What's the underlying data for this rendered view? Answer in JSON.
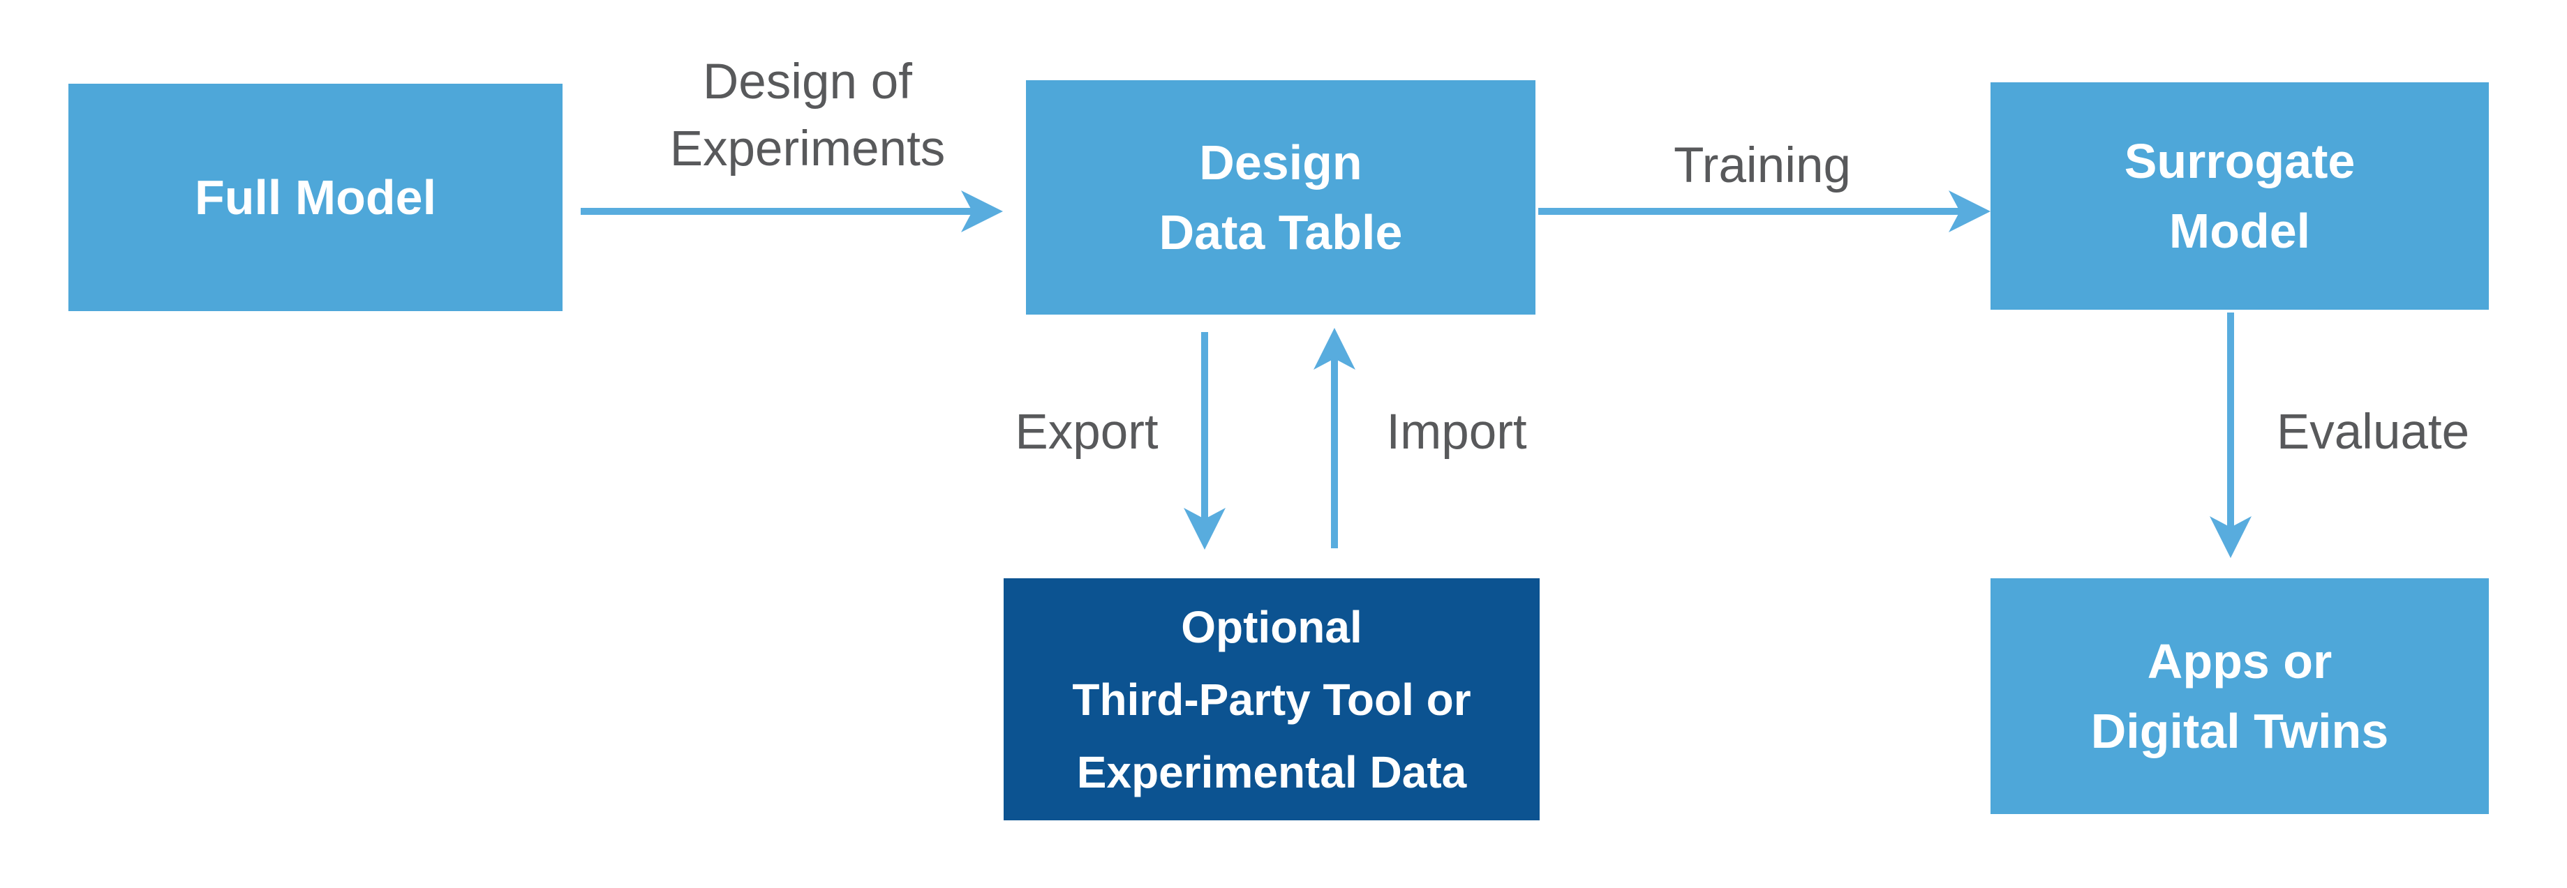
{
  "colors": {
    "background": "#FFFFFF",
    "box_light": "#4EA7D9",
    "box_dark": "#0C5391",
    "arrow": "#58ACDE",
    "edge_label_text": "#58595B",
    "node_text": "#FFFFFF"
  },
  "nodes": [
    {
      "id": "full-model",
      "style": "light",
      "label_lines": [
        "Full Model"
      ]
    },
    {
      "id": "design-data-table",
      "style": "light",
      "label_lines": [
        "Design",
        "Data Table"
      ]
    },
    {
      "id": "surrogate-model",
      "style": "light",
      "label_lines": [
        "Surrogate",
        "Model"
      ]
    },
    {
      "id": "optional-third-party",
      "style": "dark",
      "label_lines": [
        "Optional",
        "Third-Party Tool or",
        "Experimental Data"
      ]
    },
    {
      "id": "apps-digital-twins",
      "style": "light",
      "label_lines": [
        "Apps or",
        "Digital Twins"
      ]
    }
  ],
  "edges": [
    {
      "id": "design-of-experiments",
      "from": "full-model",
      "to": "design-data-table",
      "direction": "right",
      "label_lines": [
        "Design of",
        "Experiments"
      ]
    },
    {
      "id": "training",
      "from": "design-data-table",
      "to": "surrogate-model",
      "direction": "right",
      "label_lines": [
        "Training"
      ]
    },
    {
      "id": "export",
      "from": "design-data-table",
      "to": "optional-third-party",
      "direction": "down",
      "label_lines": [
        "Export"
      ]
    },
    {
      "id": "import",
      "from": "optional-third-party",
      "to": "design-data-table",
      "direction": "up",
      "label_lines": [
        "Import"
      ]
    },
    {
      "id": "evaluate",
      "from": "surrogate-model",
      "to": "apps-digital-twins",
      "direction": "down",
      "label_lines": [
        "Evaluate"
      ]
    }
  ]
}
